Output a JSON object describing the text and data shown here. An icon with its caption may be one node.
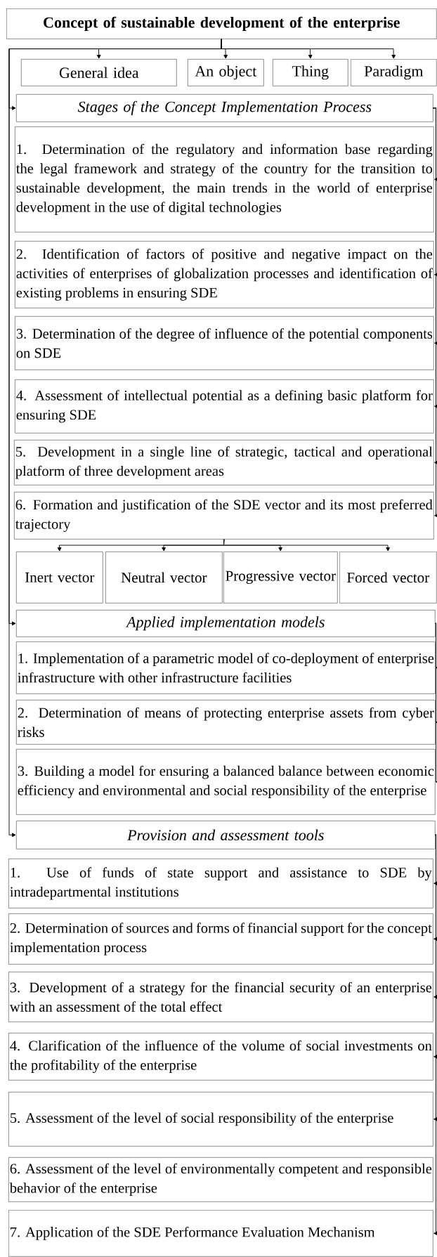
{
  "diagram": {
    "nodes": [
      {
        "text": [
          "Concept of sustainable development of the enterprise"
        ]
      },
      {
        "text": [
          "General idea"
        ]
      },
      {
        "text": [
          "An object"
        ]
      },
      {
        "text": [
          "Thing"
        ]
      },
      {
        "text": [
          "Paradigm"
        ]
      },
      {
        "text": [
          "Stages of the Concept Implementation Process"
        ]
      },
      {
        "text": [
          "1. Determination of the regulatory and information base regarding the legal framework and strategy of the country for the transition to sustainable development, the main trends in the world of enterprise development in the use of digital technologies"
        ]
      },
      {
        "text": [
          "2. Identification of factors of positive and negative impact on the activities of enterprises of globalization processes and identification of existing problems in ensuring SDE"
        ]
      },
      {
        "text": [
          "3. Determination of the degree of influence of the potential components on SDE"
        ]
      },
      {
        "text": [
          "4. Assessment of intellectual potential as a defining basic platform for ensuring SDE"
        ]
      },
      {
        "text": [
          "5. Development in a single line of strategic, tactical and operational platform of three development areas"
        ]
      },
      {
        "text": [
          "6. Formation and justification of the SDE vector and its most preferred trajectory"
        ]
      },
      {
        "text": [
          "Inert vector"
        ]
      },
      {
        "text": [
          "Neutral vector"
        ]
      },
      {
        "text": [
          "Progressive vector"
        ]
      },
      {
        "text": [
          "Forced vector"
        ]
      },
      {
        "text": [
          "Applied implementation models"
        ]
      },
      {
        "text": [
          "1. Implementation of a parametric model of co-deployment of enterprise infrastructure with other infrastructure facilities"
        ]
      },
      {
        "text": [
          "2. Determination of means of protecting enterprise assets from cyber risks"
        ]
      },
      {
        "text": [
          "3. Building a model for ensuring a balanced balance between economic efficiency and environmental and social responsibility of the enterprise"
        ]
      },
      {
        "text": [
          "Provision and assessment tools"
        ]
      },
      {
        "text": [
          "1. Use of funds of state support and assistance to SDE by intradepartmental institutions"
        ]
      },
      {
        "text": [
          "2. Determination of sources and forms of financial support for the concept implementation process"
        ]
      },
      {
        "text": [
          "3. Development of a strategy for the financial security of an enterprise with an assessment of the total effect"
        ]
      },
      {
        "text": [
          "4. Clarification of the influence of the volume of social investments on the profitability of the enterprise"
        ]
      },
      {
        "text": [
          "5. Assessment of the level of social responsibility of the enterprise"
        ]
      },
      {
        "text": [
          "6. Assessment of the level of environmentally competent and responsible behavior of the enterprise"
        ]
      },
      {
        "text": [
          "7. Application of the SDE Performance Evaluation Mechanism"
        ]
      }
    ],
    "edges": [
      {
        "from": 0,
        "to": 1,
        "arrow": "to"
      },
      {
        "from": 0,
        "to": 2,
        "arrow": "to"
      },
      {
        "from": 0,
        "to": 3,
        "arrow": "to"
      },
      {
        "from": 0,
        "to": 4,
        "arrow": "to"
      },
      {
        "from": 0,
        "to": 5,
        "arrow": "to"
      },
      {
        "from": 5,
        "to": 6,
        "arrow": "to"
      },
      {
        "from": 5,
        "to": 7,
        "arrow": "to"
      },
      {
        "from": 5,
        "to": 8,
        "arrow": "to"
      },
      {
        "from": 5,
        "to": 9,
        "arrow": "to"
      },
      {
        "from": 5,
        "to": 10,
        "arrow": "to"
      },
      {
        "from": 5,
        "to": 11,
        "arrow": "to"
      },
      {
        "from": 11,
        "to": 12,
        "arrow": "to"
      },
      {
        "from": 11,
        "to": 13,
        "arrow": "to"
      },
      {
        "from": 11,
        "to": 14,
        "arrow": "to"
      },
      {
        "from": 11,
        "to": 15,
        "arrow": "to"
      },
      {
        "from": 0,
        "to": 16,
        "arrow": "to"
      },
      {
        "from": 16,
        "to": 17,
        "arrow": "to"
      },
      {
        "from": 16,
        "to": 18,
        "arrow": "to"
      },
      {
        "from": 16,
        "to": 19,
        "arrow": "to"
      },
      {
        "from": 0,
        "to": 20,
        "arrow": "to"
      },
      {
        "from": 20,
        "to": 21,
        "arrow": "to"
      },
      {
        "from": 20,
        "to": 22,
        "arrow": "to"
      },
      {
        "from": 20,
        "to": 23,
        "arrow": "to"
      },
      {
        "from": 20,
        "to": 24,
        "arrow": "to"
      },
      {
        "from": 20,
        "to": 25,
        "arrow": "to"
      },
      {
        "from": 20,
        "to": 27,
        "arrow": "to"
      }
    ]
  }
}
